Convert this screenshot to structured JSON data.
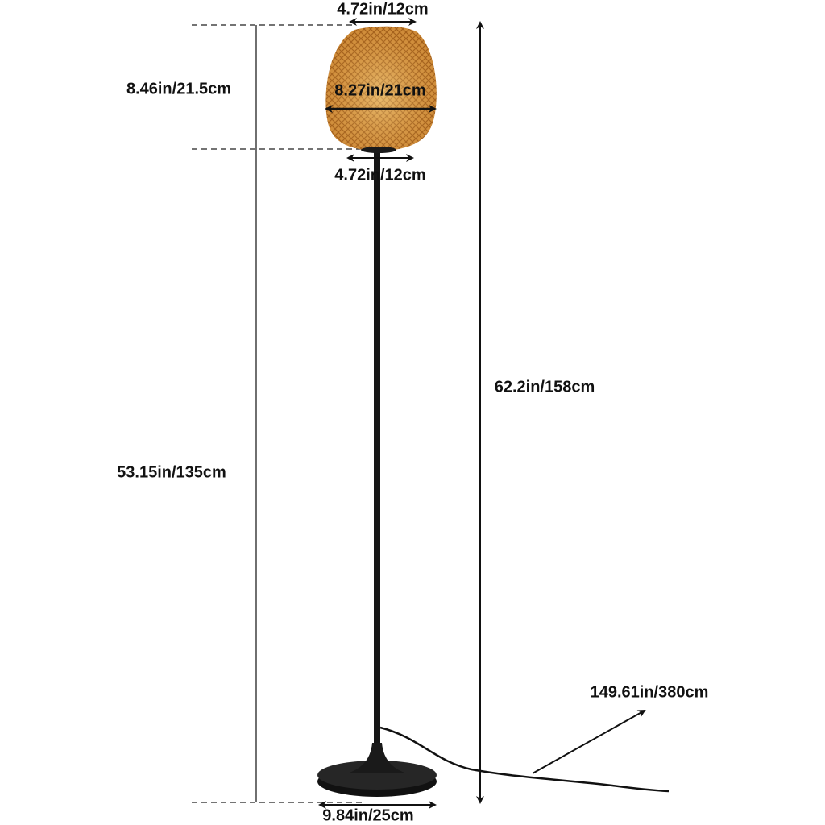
{
  "dimensions": {
    "shade_top_width": "4.72in/12cm",
    "shade_max_width": "8.27in/21cm",
    "shade_bottom_width": "4.72in/12cm",
    "shade_height": "8.46in/21.5cm",
    "pole_height": "53.15in/135cm",
    "total_height": "62.2in/158cm",
    "cord_length": "149.61in/380cm",
    "base_diameter": "9.84in/25cm"
  },
  "colors": {
    "shade": "#d9953a",
    "metal": "#161616",
    "lines": "#111111"
  }
}
